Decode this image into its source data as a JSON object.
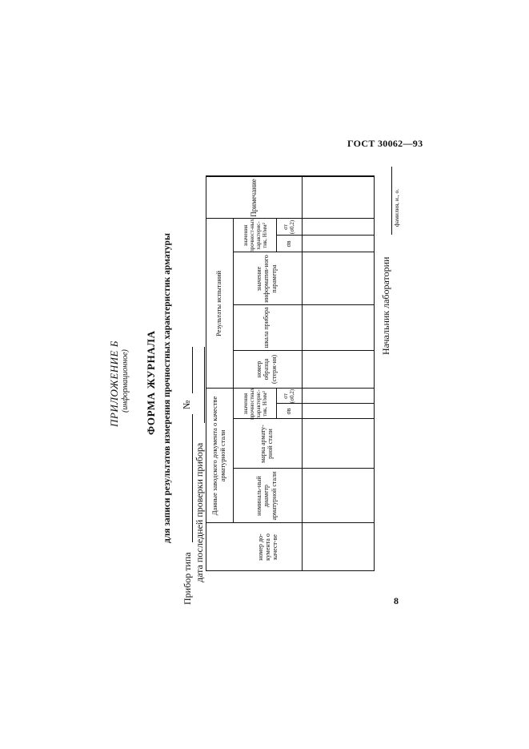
{
  "header": {
    "standard": "ГОСТ 30062—93"
  },
  "page_number": "8",
  "appendix": {
    "title": "ПРИЛОЖЕНИЕ Б",
    "subtitle": "(информационное)"
  },
  "form": {
    "title": "ФОРМА ЖУРНАЛА",
    "subtitle": "для записи результатов измерения прочностных характеристик арматуры",
    "device_type_label": "Прибор типа",
    "number_sign": "№",
    "last_check_label": "дата последней проверки прибора"
  },
  "table": {
    "group_factory": "Данные заводского документа о качестве арматурной стали",
    "group_results": "Результаты испытаний",
    "col_doc_number": "номер до-кумента о качест-ве",
    "col_nominal_diameter": "номиналь-ный диаметр арматурной стали",
    "col_steel_grade": "марка армату-рной стали",
    "col_strength_values_1": "значения прочностных характерис-тик, Н/мм²",
    "col_sample_number": "номер образца (стерж-ня)",
    "col_device_scale": "шкала прибора",
    "col_informative_value": "значение информатив-ного параметра",
    "col_strength_values_2": "значения прочност-ных характерис-тик, Н/мм²",
    "col_notes": "Примечание",
    "sigma_b": "σв",
    "sigma_t": "σт (σ0,2)"
  },
  "signature": {
    "label": "Начальник лаборатории",
    "hint": "фамилия, и., о."
  }
}
